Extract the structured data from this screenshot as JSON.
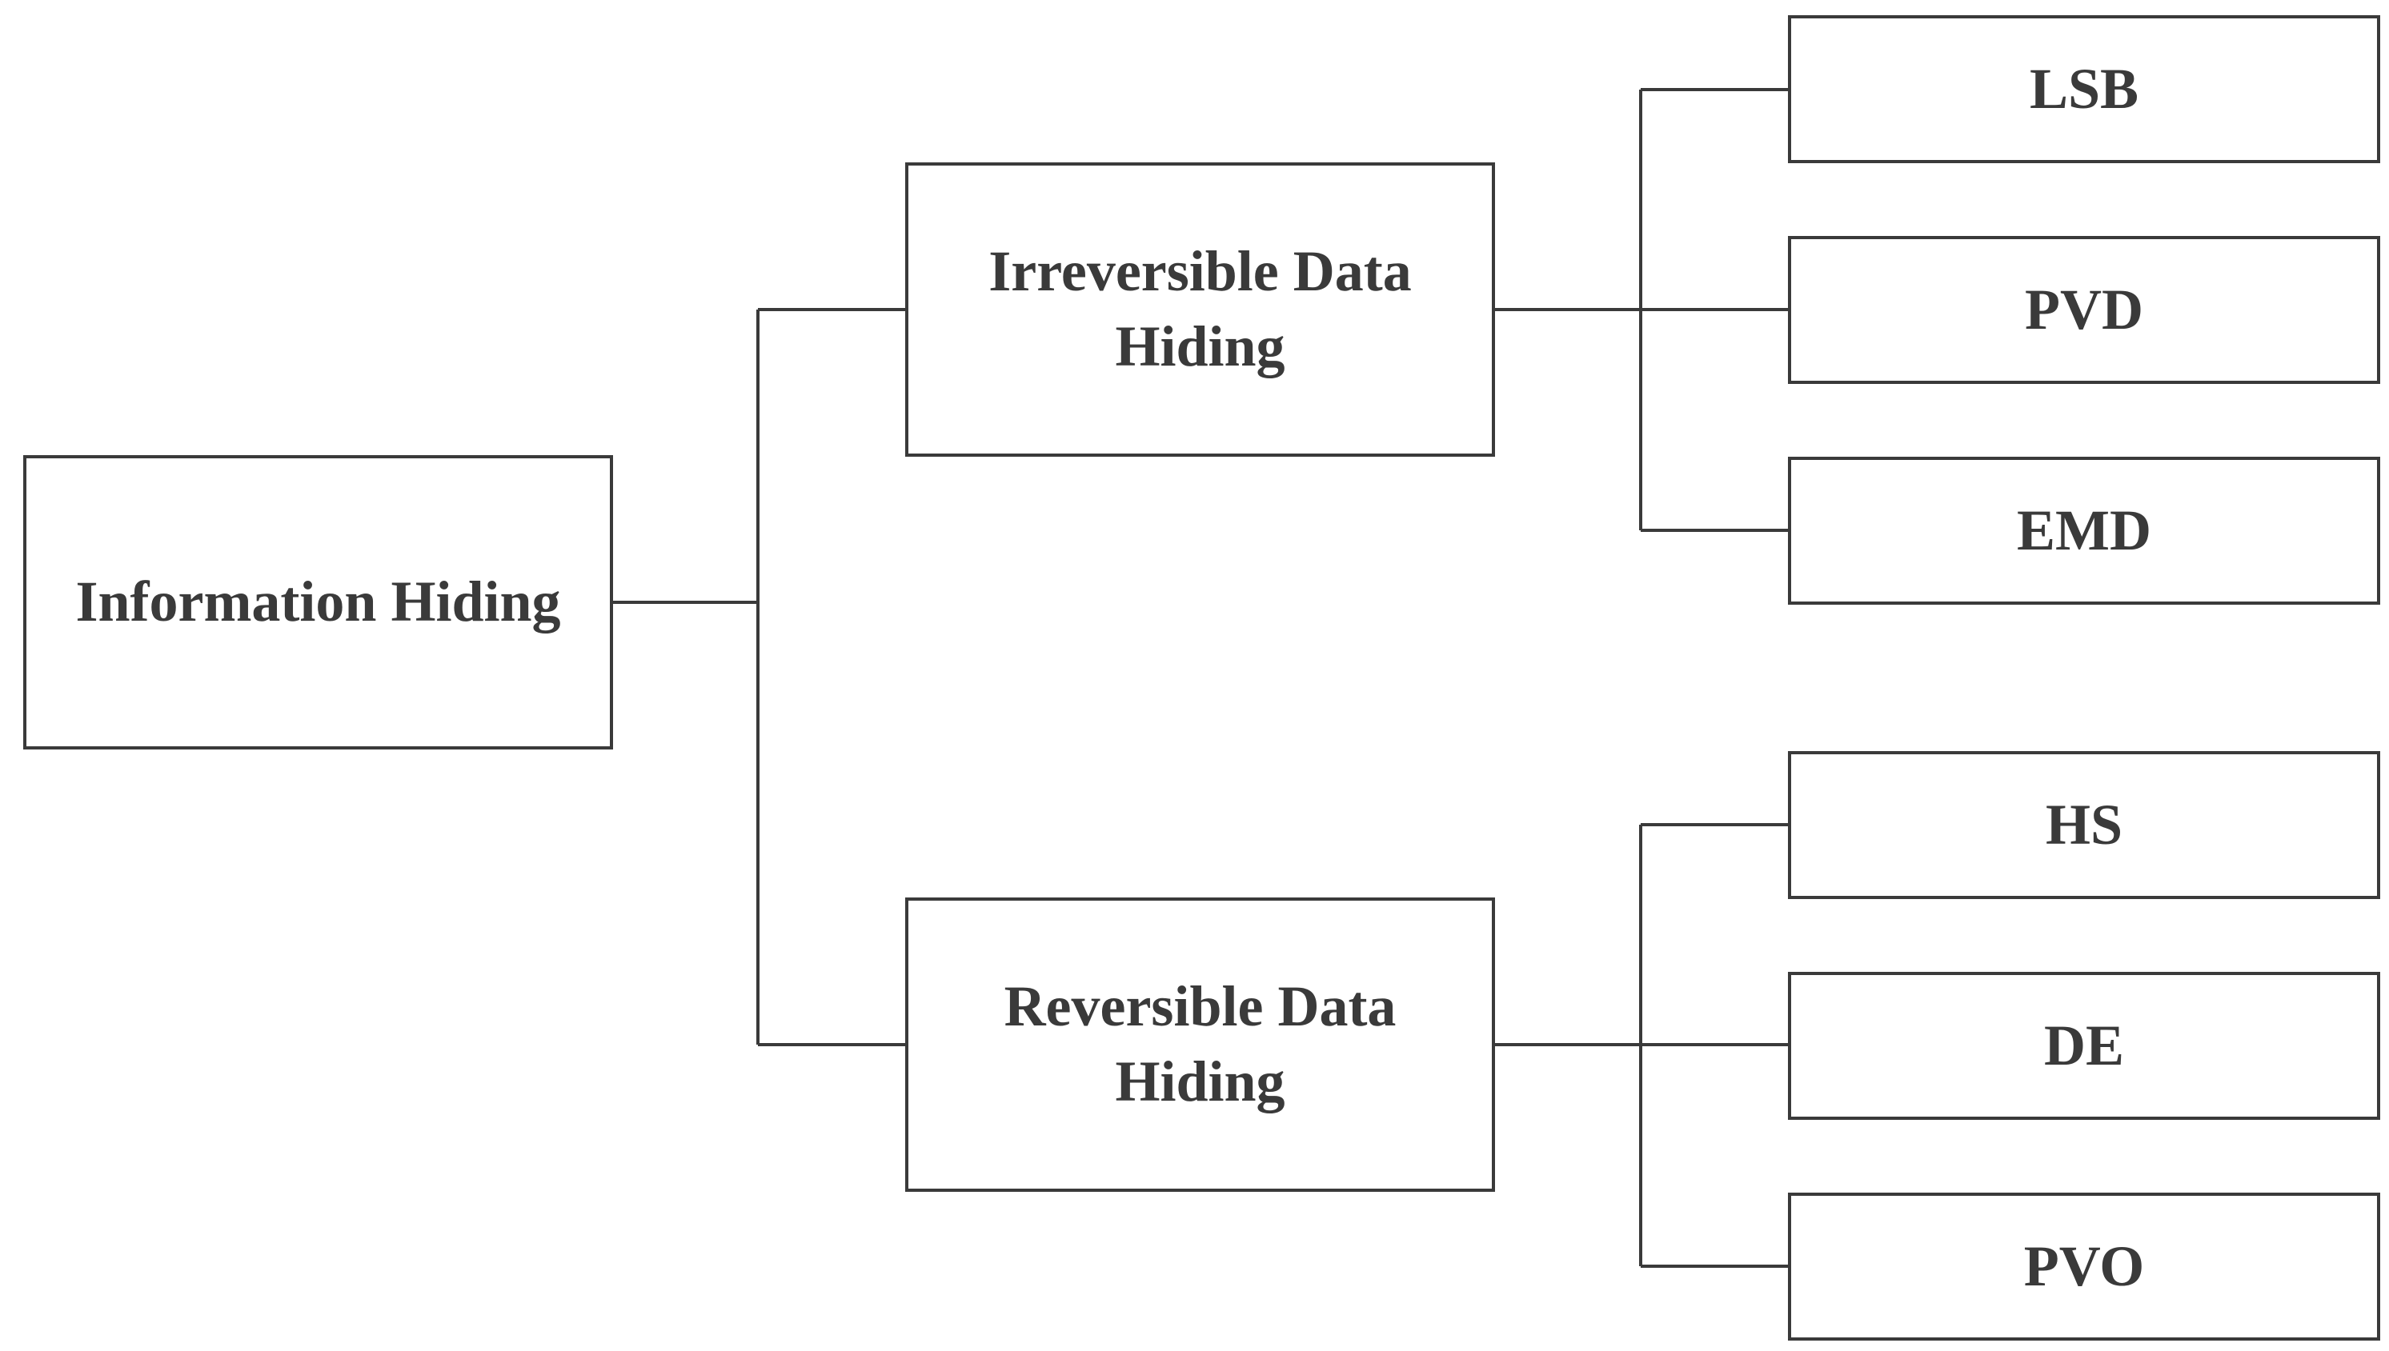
{
  "diagram": {
    "root": {
      "label": "Information Hiding"
    },
    "branches": [
      {
        "label": "Irreversible Data Hiding",
        "children": [
          "LSB",
          "PVD",
          "EMD"
        ]
      },
      {
        "label": "Reversible Data Hiding",
        "children": [
          "HS",
          "DE",
          "PVO"
        ]
      }
    ],
    "colors": {
      "stroke": "#3a3a3a",
      "text": "#3a3a3a",
      "background": "#ffffff"
    }
  }
}
